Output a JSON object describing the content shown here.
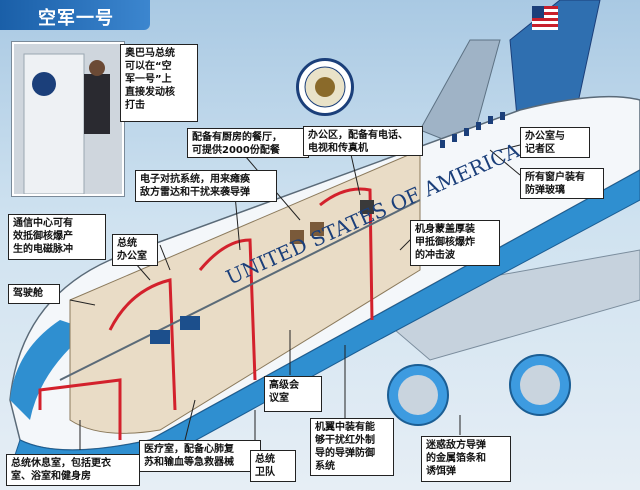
{
  "title": "空军一号",
  "labels": {
    "obama": "奥巴马总统\n可以在“空\n军一号”上\n直接发动核\n打击",
    "kitchen": "配备有厨房的餐厅，\n可提供2000份配餐",
    "office_area": "办公区，配备有电话、\n电视和传真机",
    "office_press": "办公室与\n记者区",
    "windows": "所有窗户装有\n防弹玻璃",
    "ecm": "电子对抗系统，用来瘫痪\n敌方雷达和干扰来袭导弹",
    "comm": "通信中心可有\n效抵御核爆产\n生的电磁脉冲",
    "pres_office": "总统\n办公室",
    "fuselage": "机身蒙盖厚装\n甲抵御核爆炸\n的冲击波",
    "cockpit": "驾驶舱",
    "conference": "高级会\n议室",
    "wing_missile": "机翼中装有能\n够干扰红外制\n导的导弹防御\n系统",
    "decoy": "迷惑敌方导弹\n的金属箔条和\n诱饵弹",
    "lounge": "总统休息室，包括更衣\n室、浴室和健身房",
    "medical": "医疗室，配备心肺复\n苏和输血等急救器械",
    "guard": "总统\n卫队"
  },
  "fuselage_text": "UNITED STATES OF AMERICA",
  "colors": {
    "fuselage_blue": "#2f8fd0",
    "fuselage_white": "#f4f7fa",
    "accent_red": "#d3212c",
    "title_blue": "#1a5fa8"
  }
}
